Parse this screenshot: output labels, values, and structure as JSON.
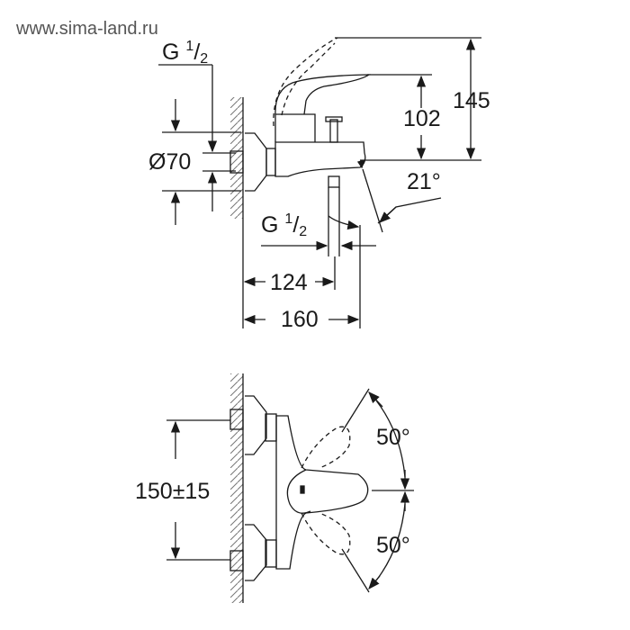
{
  "watermark": "www.sima-land.ru",
  "side_view": {
    "thread_top": {
      "g": "G",
      "num": "1",
      "den": "2"
    },
    "diameter": "Ø70",
    "height_lever": "102",
    "height_total": "145",
    "angle_spout": "21°",
    "thread_bottom": {
      "g": "G",
      "num": "1",
      "den": "2"
    },
    "depth_outlet": "124",
    "depth_total": "160"
  },
  "front_view": {
    "center_distance": "150±15",
    "angle_up": "50°",
    "angle_down": "50°"
  },
  "colors": {
    "line": "#1a1a1a",
    "hatch": "#777777"
  }
}
